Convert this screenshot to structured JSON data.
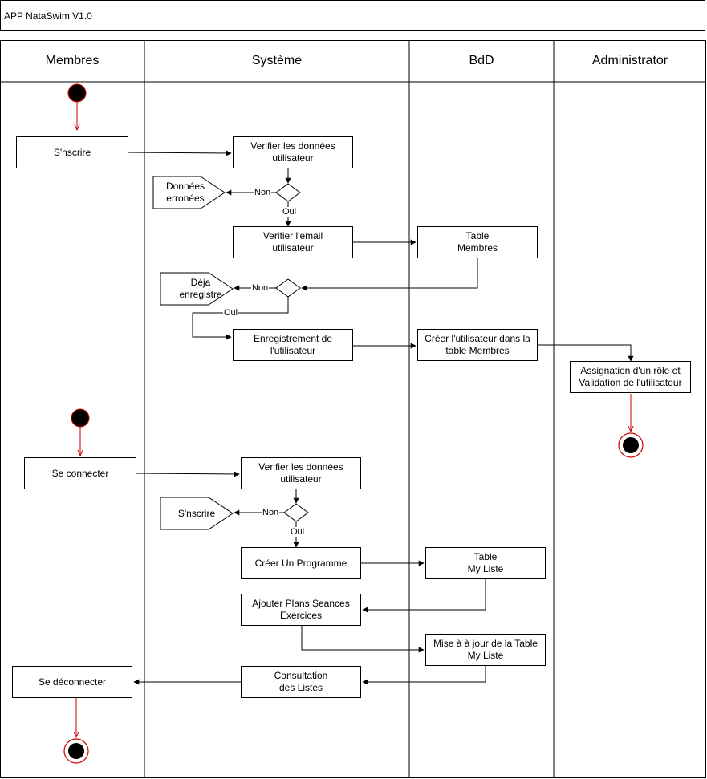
{
  "title": "APP NataSwim V1.0",
  "lanes": [
    "Membres",
    "Système",
    "BdD",
    "Administrator"
  ],
  "nodes": {
    "inscrire": "S'nscrire",
    "verif1": "Verifier les données\nutilisateur",
    "donnees_erronees": "Données\nerronées",
    "verif_email": "Verifier l'email\nutilisateur",
    "table_membres": "Table\nMembres",
    "deja": "Déja\nenregistre",
    "enregistrement": "Enregistrement de\nl'utilisateur",
    "creer_user": "Créer l'utilisateur dans la\ntable Membres",
    "assignation": "Assignation d'un rôle et\nValidation de l'utilisateur",
    "connecter": "Se connecter",
    "verif2": "Verifier les données\nutilisateur",
    "inscrire2": "S'nscrire",
    "creer_prog": "Créer Un Programme",
    "table_myliste": "Table\nMy Liste",
    "ajouter": "Ajouter Plans Seances\nExercices",
    "maj": "Mise à à jour de la Table\nMy Liste",
    "consultation": "Consultation\ndes Listes",
    "deconnecter": "Se déconnecter"
  },
  "edge_labels": {
    "non": "Non",
    "oui": "Oui"
  },
  "colors": {
    "line": "#000000",
    "start_end": "#cc0000",
    "node_fill": "#000000"
  }
}
